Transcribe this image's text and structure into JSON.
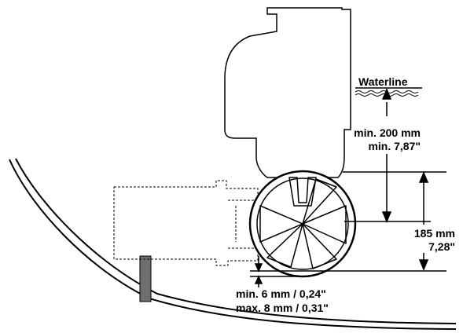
{
  "labels": {
    "waterline": "Waterline",
    "clearance_line1": "min. 200 mm",
    "clearance_line2": "min. 7,87\"",
    "diameter_line1": "185 mm",
    "diameter_line2": "7,28\"",
    "gap_line1": "min. 6 mm / 0,24\"",
    "gap_line2": "max. 8 mm / 0,31\""
  },
  "colors": {
    "stroke": "#000000",
    "strut": "#6e6e6e",
    "background": "#ffffff"
  }
}
